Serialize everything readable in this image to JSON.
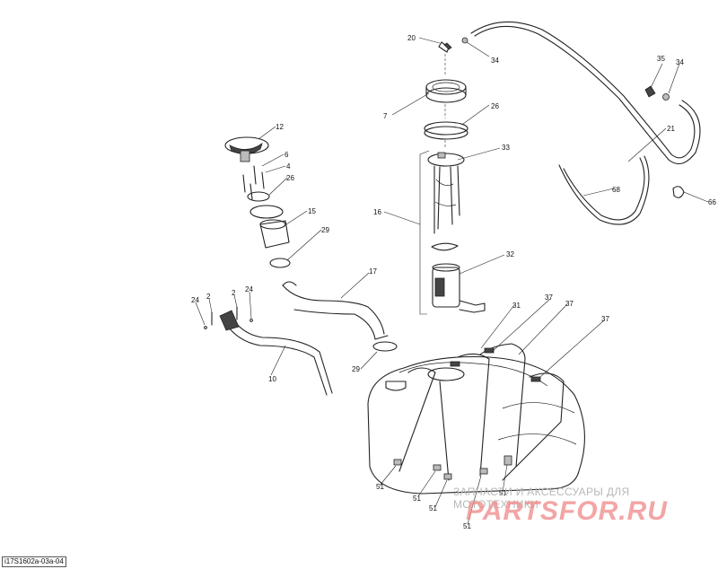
{
  "callouts": [
    {
      "id": "c20",
      "text": "20"
    },
    {
      "id": "c34a",
      "text": "34"
    },
    {
      "id": "c7",
      "text": "7"
    },
    {
      "id": "c26a",
      "text": "26"
    },
    {
      "id": "c33",
      "text": "33"
    },
    {
      "id": "c16",
      "text": "16"
    },
    {
      "id": "c32",
      "text": "32"
    },
    {
      "id": "c35",
      "text": "35"
    },
    {
      "id": "c34b",
      "text": "34"
    },
    {
      "id": "c21",
      "text": "21"
    },
    {
      "id": "c68",
      "text": "68"
    },
    {
      "id": "c66",
      "text": "66"
    },
    {
      "id": "c12",
      "text": "12"
    },
    {
      "id": "c6",
      "text": "6"
    },
    {
      "id": "c4",
      "text": "4"
    },
    {
      "id": "c26b",
      "text": "26"
    },
    {
      "id": "c15",
      "text": "15"
    },
    {
      "id": "c29a",
      "text": "29"
    },
    {
      "id": "c17",
      "text": "17"
    },
    {
      "id": "c24a",
      "text": "24"
    },
    {
      "id": "c2a",
      "text": "2"
    },
    {
      "id": "c2b",
      "text": "2"
    },
    {
      "id": "c24b",
      "text": "24"
    },
    {
      "id": "c10",
      "text": "10"
    },
    {
      "id": "c29b",
      "text": "29"
    },
    {
      "id": "c31",
      "text": "31"
    },
    {
      "id": "c37a",
      "text": "37"
    },
    {
      "id": "c37b",
      "text": "37"
    },
    {
      "id": "c37c",
      "text": "37"
    },
    {
      "id": "c51a",
      "text": "51"
    },
    {
      "id": "c51b",
      "text": "51"
    },
    {
      "id": "c51c",
      "text": "51"
    },
    {
      "id": "c51d",
      "text": "51"
    },
    {
      "id": "c51e",
      "text": "51"
    }
  ],
  "reference_code": "i17S1602a-03a-04",
  "watermark": {
    "text": "ЗАПЧАСТИ И АКСЕССУАРЫ ДЛЯ МОТОТЕХНИКИ",
    "logo": "PARTSFOR.RU"
  }
}
